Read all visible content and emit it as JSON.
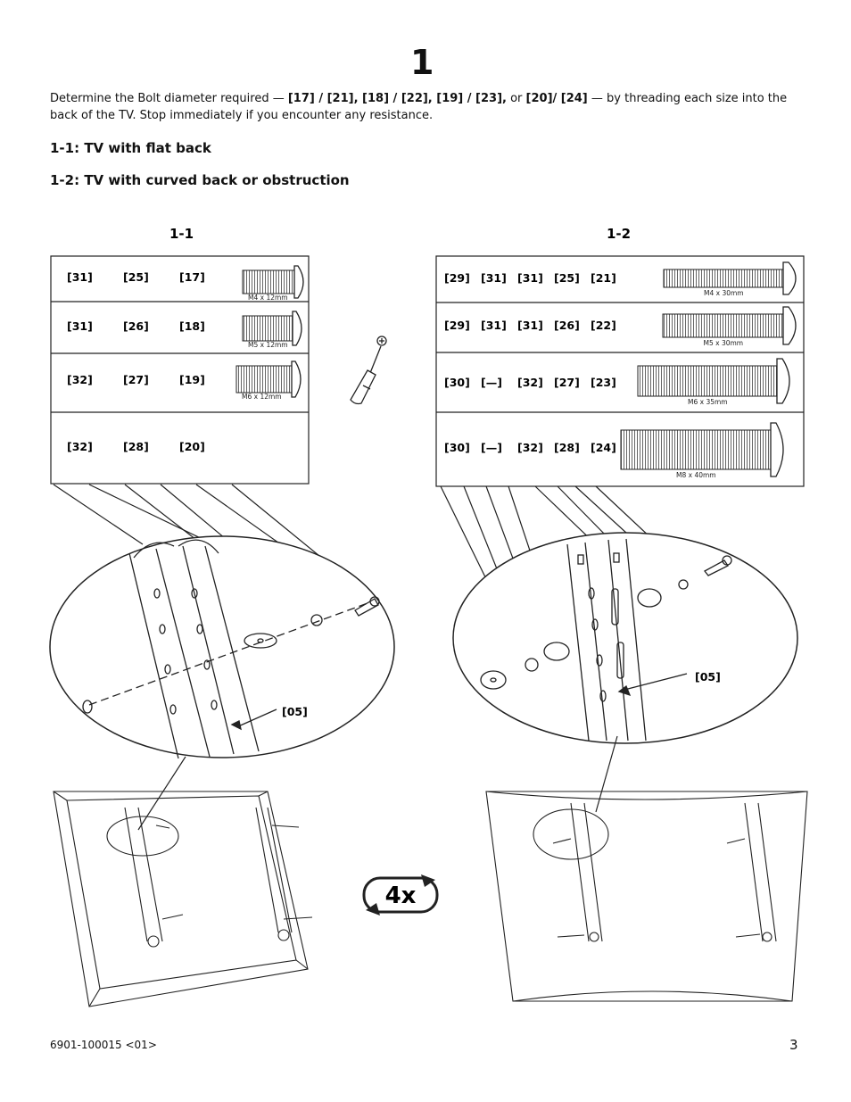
{
  "step_number": "1",
  "intro": {
    "prefix": "Determine the Bolt diameter required — ",
    "codes_a": "[17] / [21], [18] / [22], [19] / [23],",
    "or_word": " or ",
    "codes_b": "[20]/ [24]",
    "suffix": " — by threading each size into the back of the TV. Stop immediately if you encounter any resistance."
  },
  "headings": {
    "flat_back": "1-1: TV with flat back",
    "curved_back": "1-2: TV with curved back or obstruction"
  },
  "figure_1_1": {
    "label": "1-1",
    "rows": [
      {
        "codes": [
          "[31]",
          "[25]",
          "[17]"
        ],
        "screw": "M4 x 12mm"
      },
      {
        "codes": [
          "[31]",
          "[26]",
          "[18]"
        ],
        "screw": "M5 x 12mm"
      },
      {
        "codes": [
          "[32]",
          "[27]",
          "[19]"
        ],
        "screw": "M6 x 12mm"
      },
      {
        "codes": [
          "[32]",
          "[28]",
          "[20]"
        ],
        "screw": ""
      }
    ],
    "callout": "[05]"
  },
  "figure_1_2": {
    "label": "1-2",
    "rows": [
      {
        "codes": [
          "[29]",
          "[31]",
          "[31]",
          "[25]",
          "[21]"
        ],
        "screw": "M4 x 30mm"
      },
      {
        "codes": [
          "[29]",
          "[31]",
          "[31]",
          "[26]",
          "[22]"
        ],
        "screw": "M5 x 30mm"
      },
      {
        "codes": [
          "[30]",
          "[—]",
          "[32]",
          "[27]",
          "[23]"
        ],
        "screw": "M6 x 35mm"
      },
      {
        "codes": [
          "[30]",
          "[—]",
          "[32]",
          "[28]",
          "[24]"
        ],
        "screw": "M8 x 40mm"
      }
    ],
    "callout": "[05]"
  },
  "repeat_badge": "4x",
  "footer": {
    "doc_code": "6901-100015 <01>",
    "page_number": "3"
  }
}
